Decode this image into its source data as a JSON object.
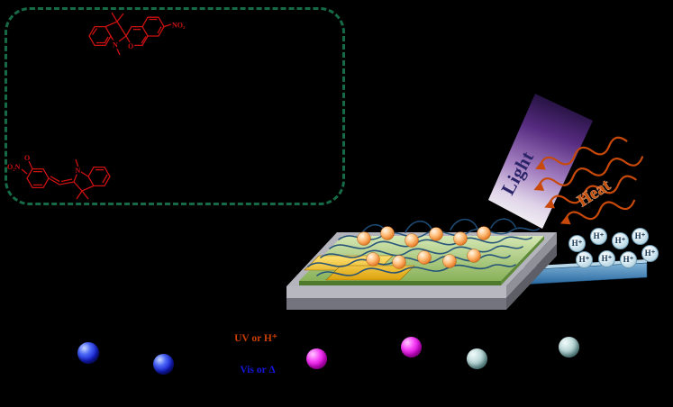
{
  "figure": {
    "background": "#000000",
    "scheme_box_border": "#166b46"
  },
  "molecules": {
    "structure_color": "#cc1111",
    "spiropyran": {
      "nitro": "NO₂",
      "nitrogen": "N",
      "oxygen": "O"
    },
    "merocyanine": {
      "nitro": "O₂N",
      "nitrogen": "N",
      "oxygen": "O"
    }
  },
  "device": {
    "active_layer_color": "#8cbb52",
    "electrode_color": "#f2b705",
    "nanofiber_color": "#1f4e79",
    "molecule_sphere_color": "#f08a2e",
    "substrate_front_color": "#8a8a94"
  },
  "light_beam": {
    "label": "Light",
    "text_color": "#2b2468",
    "beam_color": "#5a2d86"
  },
  "heat": {
    "label": "Heat",
    "color": "#c8490a"
  },
  "protons": {
    "label": "H⁺",
    "count": 8,
    "strip_color": "#2e6da4"
  },
  "reaction_labels": {
    "forward": "UV or H⁺",
    "forward_color": "#cc3d00",
    "reverse": "Vis or Δ",
    "reverse_color": "#1515dd"
  },
  "state_spheres": {
    "blue_color": "#1520d8",
    "magenta_color": "#e018e0",
    "teal_color": "#7fa9a9",
    "blue_count": 2,
    "magenta_count": 2,
    "teal_count": 2
  }
}
